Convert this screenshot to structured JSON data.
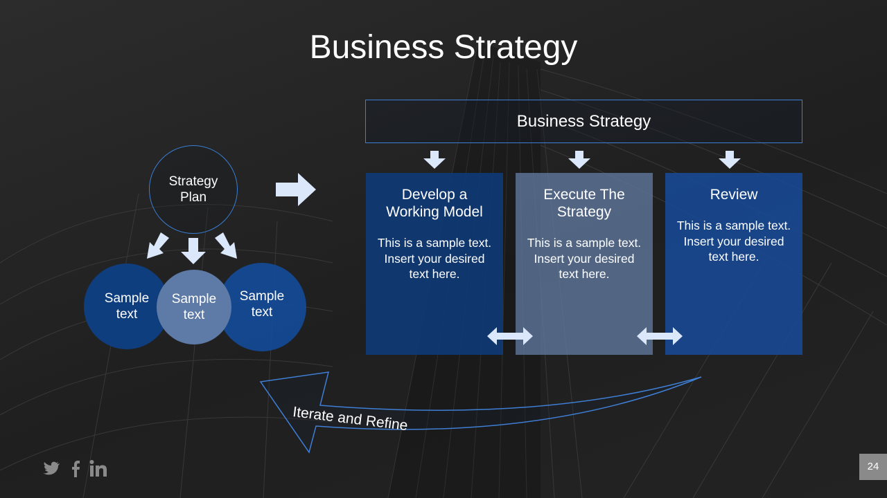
{
  "slide": {
    "title": "Business Strategy",
    "page_number": "24"
  },
  "header_box": {
    "label": "Business Strategy"
  },
  "columns": [
    {
      "title": "Develop a Working Model",
      "body": "This is a sample text. Insert your desired text here."
    },
    {
      "title": "Execute The Strategy",
      "body": "This is a sample text. Insert your desired text here."
    },
    {
      "title": "Review",
      "body": "This is a sample text. Insert your desired text here."
    }
  ],
  "strategy_plan": {
    "label": "Strategy Plan"
  },
  "sub_circles": [
    {
      "label": "Sample text"
    },
    {
      "label": "Sample text"
    },
    {
      "label": "Sample text"
    }
  ],
  "cycle_arrow": {
    "label": "Iterate and Refine"
  },
  "social_icons": [
    "twitter-icon",
    "facebook-icon",
    "linkedin-icon"
  ],
  "colors": {
    "accent_blue": "#1f4f95",
    "dark_blue": "#0f3e7e",
    "light_blue": "#5d7ba6",
    "outline_blue": "#3f7fd6",
    "arrow_fill": "#dbe8fb",
    "background": "#262626",
    "page_number_bg": "#8a8a8a"
  }
}
